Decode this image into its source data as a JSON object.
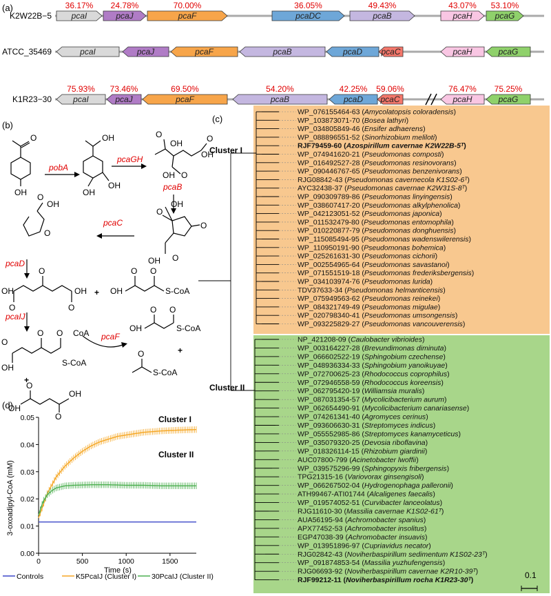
{
  "panel_a": {
    "label": "(a)",
    "strains": [
      {
        "name": "K2W22B−5",
        "genes": [
          {
            "name": "pcaI",
            "color": "#d9d9d9",
            "pct": "36.17%"
          },
          {
            "name": "pcaJ",
            "color": "#b07cc6",
            "pct": "24.78%"
          },
          {
            "name": "pcaF",
            "color": "#f7a54a",
            "pct": "70.00%"
          },
          {
            "name": "pcaDC",
            "color": "#6ea7d8",
            "pct": "36.05%"
          },
          {
            "name": "pcaB",
            "color": "#c4b7e0",
            "pct": "49.43%"
          },
          {
            "name": "pcaH",
            "color": "#f9c6e3",
            "pct": "43.07%"
          },
          {
            "name": "pcaG",
            "color": "#8fd16b",
            "pct": "53.10%"
          }
        ]
      },
      {
        "name": "ATCC_35469",
        "genes": [
          {
            "name": "pcaI",
            "color": "#d9d9d9"
          },
          {
            "name": "pcaJ",
            "color": "#b07cc6"
          },
          {
            "name": "pcaF",
            "color": "#f7a54a"
          },
          {
            "name": "pcaB",
            "color": "#c4b7e0"
          },
          {
            "name": "pcaD",
            "color": "#6ea7d8"
          },
          {
            "name": "pcaC",
            "color": "#f4776b"
          },
          {
            "name": "pcaH",
            "color": "#f9c6e3"
          },
          {
            "name": "pcaG",
            "color": "#8fd16b"
          }
        ]
      },
      {
        "name": "K1R23−30",
        "genes": [
          {
            "name": "pcaI",
            "color": "#d9d9d9",
            "pct": "75.93%"
          },
          {
            "name": "pcaJ",
            "color": "#b07cc6",
            "pct": "73.46%"
          },
          {
            "name": "pcaF",
            "color": "#f7a54a",
            "pct": "69.50%"
          },
          {
            "name": "pcaB",
            "color": "#c4b7e0",
            "pct": "54.20%"
          },
          {
            "name": "pcaD",
            "color": "#6ea7d8",
            "pct": "42.25%"
          },
          {
            "name": "pcaC",
            "color": "#f4776b",
            "pct": "59.06%"
          },
          {
            "name": "pcaH",
            "color": "#f9c6e3",
            "pct": "76.47%"
          },
          {
            "name": "pcaG",
            "color": "#8fd16b",
            "pct": "75.25%"
          }
        ]
      }
    ]
  },
  "panel_b": {
    "label": "(b)",
    "enzymes": [
      "pobA",
      "pcaGH",
      "pcaB",
      "pcaC",
      "pcaD",
      "pcaIJ",
      "pcaF"
    ],
    "chem": {
      "oh": "OH",
      "o": "O",
      "scoa": "S-CoA",
      "coa": "CoA",
      "plus": "+"
    }
  },
  "panel_c": {
    "label": "(c)",
    "cluster1_label": "Cluster I",
    "cluster2_label": "Cluster II",
    "cluster1_color": "#f8c88f",
    "cluster2_color": "#a8d68a",
    "cluster1": [
      {
        "id": "WP_076155464-63",
        "sp": "Amycolatopsis coloradensis"
      },
      {
        "id": "WP_103873071-70",
        "sp": "Bosea lathyri"
      },
      {
        "id": "WP_034805849-46",
        "sp": "Ensifer adhaerens"
      },
      {
        "id": "WP_088896551-52",
        "sp": "Sinorhizobium meliloti"
      },
      {
        "id": "RJF79459-60",
        "sp": "Azospirillum  cavernae K2W22B-5ᵀ",
        "bold": true
      },
      {
        "id": "WP_074941620-21",
        "sp": "Pseudomonas composti"
      },
      {
        "id": "WP_016492527-28",
        "sp": "Pseudomonas resinovorans"
      },
      {
        "id": "WP_090446767-65",
        "sp": "Pseudomonas benzenivorans"
      },
      {
        "id": "RJG08842-43",
        "sp": "Pseudomonas cavernecola K1S02-6ᵀ"
      },
      {
        "id": "AYC32438-37",
        "sp": "Pseudomonas cavernae K2W31S-8ᵀ"
      },
      {
        "id": "WP_090309789-86",
        "sp": "Pseudomonas linyingensis"
      },
      {
        "id": "WP_038607417-20",
        "sp": "Pseudomonas alkylphenolica"
      },
      {
        "id": "WP_042123051-52",
        "sp": "Pseudomonas japonica"
      },
      {
        "id": "WP_011532479-80",
        "sp": "Pseudomonas entomophila"
      },
      {
        "id": "WP_010220877-79",
        "sp": "Pseudomonas donghuensis"
      },
      {
        "id": "WP_115085494-95",
        "sp": "Pseudomonas wadenswilerensis"
      },
      {
        "id": "WP_110950191-90",
        "sp": "Pseudomonas bohemica"
      },
      {
        "id": "WP_025261631-30",
        "sp": "Pseudomonas cichorii"
      },
      {
        "id": "WP_002554965-64",
        "sp": "Pseudomonas savastanoi"
      },
      {
        "id": "WP_071551519-18",
        "sp": "Pseudomonas frederiksbergensis"
      },
      {
        "id": "WP_034103974-76",
        "sp": "Pseudomonas lurida"
      },
      {
        "id": "TDV37633-34",
        "sp": "Pseudomonas helmanticensis"
      },
      {
        "id": "WP_075949563-62",
        "sp": "Pseudomonas reinekei"
      },
      {
        "id": "WP_084321749-49",
        "sp": "Pseudomonas migulae"
      },
      {
        "id": "WP_020798340-41",
        "sp": "Pseudomonas umsongensis"
      },
      {
        "id": "WP_093225829-27",
        "sp": "Pseudomonas vancouverensis"
      }
    ],
    "cluster2": [
      {
        "id": "NP_421208-09",
        "sp": "Caulobacter vibrioides"
      },
      {
        "id": "WP_003164227-28",
        "sp": "Brevundimonas diminuta"
      },
      {
        "id": "WP_066602522-19",
        "sp": "Sphingobium czechense"
      },
      {
        "id": "WP_048936334-33",
        "sp": "Sphingobium yanoikuyae"
      },
      {
        "id": "WP_072700625-23",
        "sp": "Rhodococcus coprophilus"
      },
      {
        "id": "WP_072946558-59",
        "sp": "Rhodococcus koreensis"
      },
      {
        "id": "WP_062795420-19",
        "sp": "Williamsia muralis"
      },
      {
        "id": "WP_087031354-57",
        "sp": "Mycolicibacterium aurum"
      },
      {
        "id": "WP_062654490-91",
        "sp": "Mycolicibacterium canariasense"
      },
      {
        "id": "WP_074261341-40",
        "sp": "Agromyces cerinus"
      },
      {
        "id": "WP_093606630-31",
        "sp": "Streptomyces indicus"
      },
      {
        "id": "WP_055552985-86",
        "sp": "Streptomyces kanamyceticus"
      },
      {
        "id": "WP_035079320-25",
        "sp": "Devosia riboflavina"
      },
      {
        "id": "WP_018326114-15",
        "sp": "Rhizobium giardinii"
      },
      {
        "id": "AUC07800-799",
        "sp": "Acinetobacter lwoffii"
      },
      {
        "id": "WP_039575296-99",
        "sp": "Sphingopyxis fribergensis"
      },
      {
        "id": "TPG21315-16",
        "sp": "Variovorax ginsengisoli"
      },
      {
        "id": "WP_066267502-04",
        "sp": "Hydrogenophaga palleronii"
      },
      {
        "id": "ATH99467-ATI01744",
        "sp": "Alcaligenes faecalis"
      },
      {
        "id": "WP_019574052-51",
        "sp": "Curvibacter lanceolatus"
      },
      {
        "id": "RJG11610-30",
        "sp": "Massilia cavernae K1S02-61ᵀ"
      },
      {
        "id": "AUA56195-94",
        "sp": "Achromobacter spanius"
      },
      {
        "id": "APX77452-53",
        "sp": "Achromobacter insolitus"
      },
      {
        "id": "EGP47038-39",
        "sp": "Achromobacter insuavis"
      },
      {
        "id": "WP_013951896-97",
        "sp": "Cupriavidus necator"
      },
      {
        "id": "RJG02842-43",
        "sp": "Noviherbaspirillum sedimentum K1S02-23ᵀ"
      },
      {
        "id": "WP_091874853-54",
        "sp": "Massilia yuzhufengensis"
      },
      {
        "id": "RJG06693-92",
        "sp": "Noviherbaspirillum cavernae K2R10-39ᵀ"
      },
      {
        "id": "RJF99212-11",
        "sp": "Noviherbaspirillum rocha K1R23-30ᵀ",
        "bold": true
      }
    ],
    "scale_label": "0.1"
  },
  "panel_d": {
    "label": "(d)",
    "ylabel": "3-oxoadipyl-CoA (mM)",
    "xlabel": "Time (s)",
    "annotations": [
      "Cluster I",
      "Cluster II"
    ],
    "legend": [
      {
        "name": "Controls",
        "color": "#3b46c8"
      },
      {
        "name": "K5PcaIJ (Cluster I)",
        "color": "#f5a623"
      },
      {
        "name": "30PcaIJ (Cluster II)",
        "color": "#4caf50"
      }
    ]
  },
  "chart_data": {
    "type": "line",
    "xlabel": "Time (s)",
    "ylabel": "3-oxoadipyl-CoA (mM)",
    "xlim": [
      0,
      1800
    ],
    "ylim": [
      0,
      0.05
    ],
    "xticks": [
      0,
      500,
      1000,
      1500
    ],
    "yticks": [
      0.0,
      0.01,
      0.02,
      0.03,
      0.04,
      0.05
    ],
    "series": [
      {
        "name": "Controls",
        "color": "#3b46c8",
        "x": [
          0,
          200,
          400,
          600,
          800,
          1000,
          1200,
          1400,
          1600,
          1800
        ],
        "y": [
          0.0115,
          0.0115,
          0.0115,
          0.0115,
          0.0115,
          0.0115,
          0.0115,
          0.0115,
          0.0115,
          0.0115
        ]
      },
      {
        "name": "K5PcaIJ (Cluster I)",
        "color": "#f5a623",
        "x": [
          0,
          100,
          200,
          300,
          400,
          500,
          600,
          700,
          800,
          900,
          1000,
          1200,
          1400,
          1600,
          1800
        ],
        "y": [
          0.013,
          0.022,
          0.028,
          0.032,
          0.035,
          0.0375,
          0.0395,
          0.041,
          0.042,
          0.043,
          0.0435,
          0.0445,
          0.045,
          0.0453,
          0.0455
        ]
      },
      {
        "name": "30PcaIJ (Cluster II)",
        "color": "#4caf50",
        "x": [
          0,
          50,
          100,
          150,
          200,
          300,
          400,
          600,
          800,
          1000,
          1200,
          1400,
          1600,
          1800
        ],
        "y": [
          0.014,
          0.019,
          0.0215,
          0.023,
          0.024,
          0.0248,
          0.025,
          0.0252,
          0.0252,
          0.025,
          0.025,
          0.0248,
          0.0248,
          0.0248
        ]
      }
    ]
  }
}
